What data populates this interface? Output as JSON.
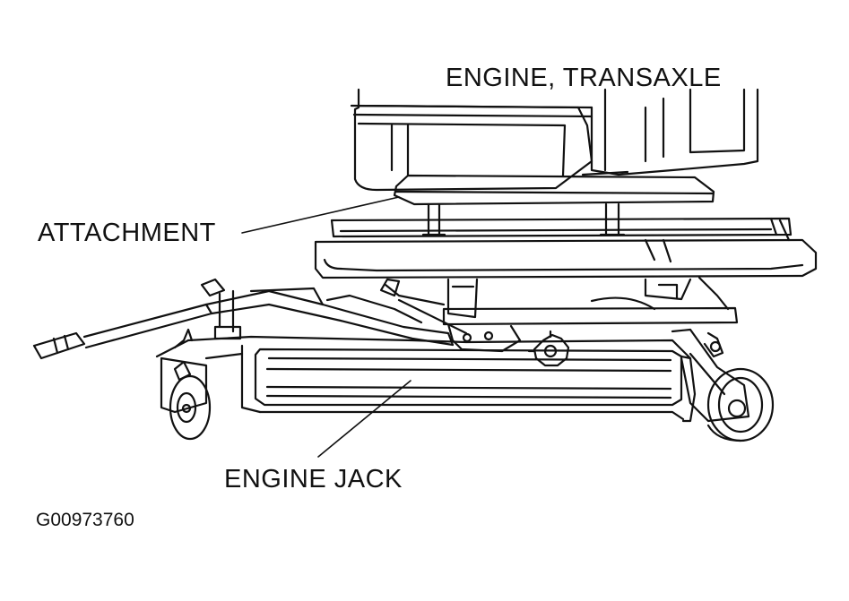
{
  "labels": {
    "engine_transaxle": "ENGINE, TRANSAXLE",
    "attachment": "ATTACHMENT",
    "engine_jack": "ENGINE JACK"
  },
  "figure_code": "G00973760",
  "colors": {
    "line": "#111111",
    "background": "#ffffff"
  }
}
